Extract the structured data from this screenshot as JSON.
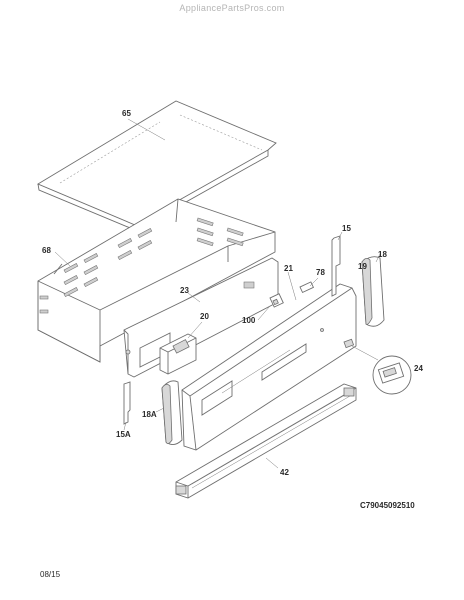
{
  "watermark": "AppliancePartsPros.com",
  "part_labels": [
    {
      "id": "65",
      "text": "65"
    },
    {
      "id": "68",
      "text": "68"
    },
    {
      "id": "15",
      "text": "15"
    },
    {
      "id": "18",
      "text": "18"
    },
    {
      "id": "19",
      "text": "19"
    },
    {
      "id": "78",
      "text": "78"
    },
    {
      "id": "21",
      "text": "21"
    },
    {
      "id": "23",
      "text": "23"
    },
    {
      "id": "20",
      "text": "20"
    },
    {
      "id": "100",
      "text": "100"
    },
    {
      "id": "24",
      "text": "24"
    },
    {
      "id": "18A",
      "text": "18A"
    },
    {
      "id": "15A",
      "text": "15A"
    },
    {
      "id": "42",
      "text": "42"
    }
  ],
  "diagram_code": "C79045092510",
  "date_code": "08/15"
}
